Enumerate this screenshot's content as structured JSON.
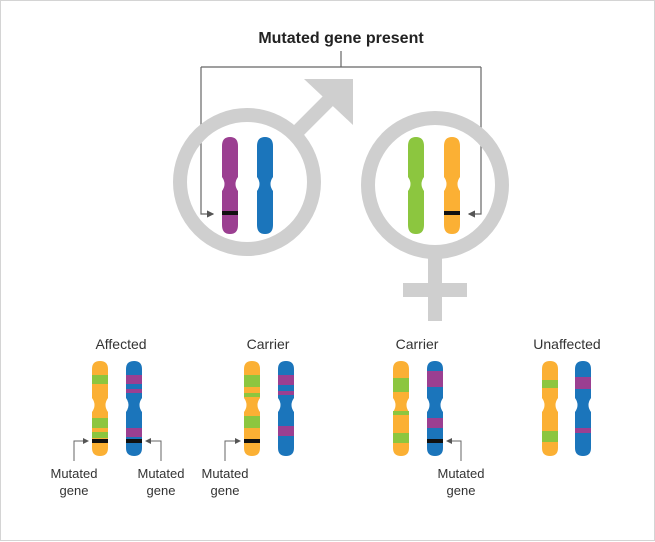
{
  "title": "Mutated gene present",
  "colors": {
    "purple": "#9b3f91",
    "blue": "#1b75bb",
    "green": "#8cc63f",
    "orange": "#fbb034",
    "symbol_gray": "#cfcfcf",
    "mutation_band": "#111111"
  },
  "parents": [
    {
      "symbol": "male-symbol",
      "chromosomes": [
        "purple",
        "blue"
      ],
      "mutated_chromosome": "purple"
    },
    {
      "symbol": "female-symbol",
      "chromosomes": [
        "green",
        "orange"
      ],
      "mutated_chromosome": "orange"
    }
  ],
  "children": [
    {
      "status": "Affected",
      "labels": [
        "Mutated gene",
        "Mutated gene"
      ]
    },
    {
      "status": "Carrier",
      "labels": [
        "Mutated gene"
      ]
    },
    {
      "status": "Carrier",
      "labels": [
        "Mutated gene"
      ]
    },
    {
      "status": "Unaffected",
      "labels": []
    }
  ],
  "mutated_label_line1": "Mutated",
  "mutated_label_line2": "gene"
}
